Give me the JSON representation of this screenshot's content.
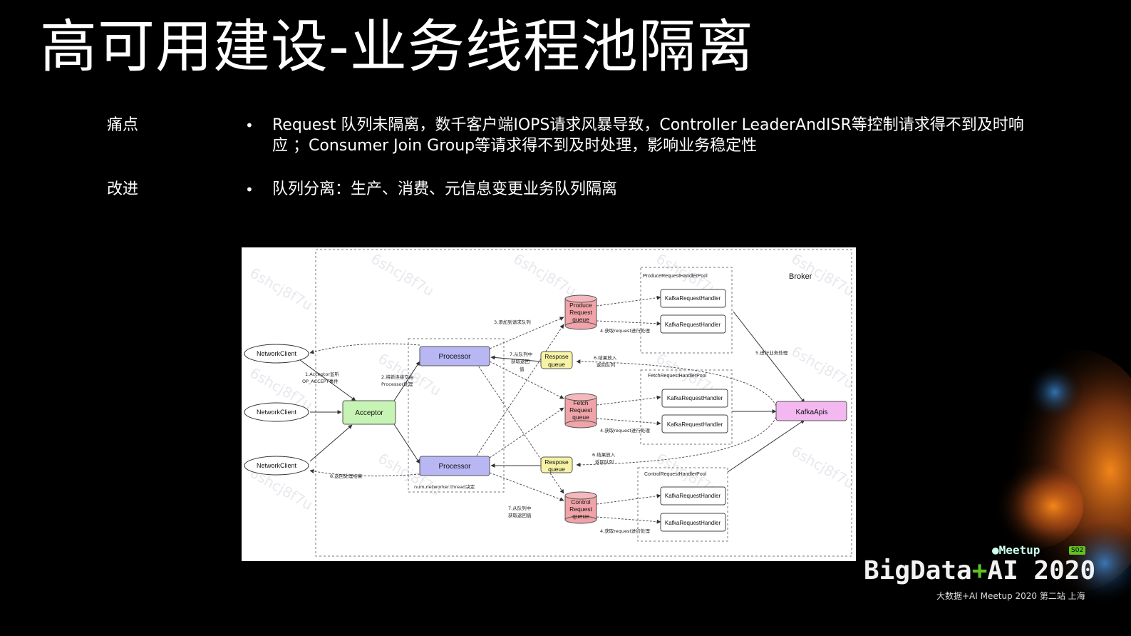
{
  "slide": {
    "title": "高可用建设-业务线程池隔离",
    "rows": [
      {
        "label": "痛点",
        "bullet": "•",
        "text": "Request 队列未隔离，数千客户端IOPS请求风暴导致，Controller LeaderAndISR等控制请求得不到及时响应 ；Consumer Join Group等请求得不到及时处理，影响业务稳定性"
      },
      {
        "label": "改进",
        "bullet": "•",
        "text": "队列分离：生产、消费、元信息变更业务队列隔离"
      }
    ]
  },
  "diagram": {
    "watermark": "6shcj8f7u",
    "broker": "Broker",
    "clients": [
      "NetworkClient",
      "NetworkClient",
      "NetworkClient"
    ],
    "acceptor": "Acceptor",
    "processors": [
      "Processor",
      "Processor"
    ],
    "processor_note": "num.networker.thread决定",
    "response_queue": [
      "Respose",
      "queue"
    ],
    "queues": [
      {
        "lines": [
          "Produce",
          "Request",
          "queue"
        ]
      },
      {
        "lines": [
          "Fetch",
          "Request",
          "queue"
        ]
      },
      {
        "lines": [
          "Control",
          "Request",
          "queue"
        ]
      }
    ],
    "pools": [
      {
        "name": "ProduceRequestHandlerPool",
        "handlers": [
          "KafkaRequestHandler",
          "KafkaRequestHandler"
        ]
      },
      {
        "name": "FetchRequestHandlerPool",
        "handlers": [
          "KafkaRequestHandler",
          "KafkaRequestHandler"
        ]
      },
      {
        "name": "ControlRequestHandlerPool",
        "handlers": [
          "KafkaRequestHandler",
          "KafkaRequestHandler"
        ]
      }
    ],
    "apis": "KafkaApis",
    "steps": {
      "s1a": "1.Acceptor监听",
      "s1b": "OP_ACCEPT事件",
      "s2a": "2.将新连接交由",
      "s2b": "Processor处理",
      "s3": "3.添加到请求队列",
      "s4": "4.获取request进行处理",
      "s5": "5.进行业务处理",
      "s6a": "6.结果放入",
      "s6b": "返回队列",
      "s7a": "7.从队列中",
      "s7b": "获取返回",
      "s7c": "值",
      "s7d": "获取返回值",
      "s8": "8.返回处理结果"
    }
  },
  "brand": {
    "meetup": "Meetup",
    "badge": "S02",
    "name_a": "BigData",
    "plus": "+",
    "name_b": "AI 2020",
    "sub": "大数据+AI Meetup 2020 第二站 上海"
  },
  "colors": {
    "processor": "#b8b6f3",
    "acceptor": "#c7f3b4",
    "queue": "#f0a3a8",
    "response_queue": "#f6f3a6",
    "apis": "#f3b8f0",
    "accent": "#5ec31f"
  }
}
